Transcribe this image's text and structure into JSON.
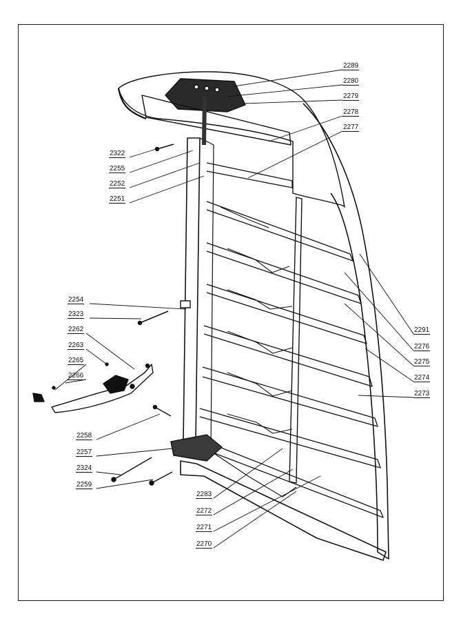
{
  "figure": {
    "callouts_right_top": [
      "2289",
      "2280",
      "2279",
      "2278",
      "2277"
    ],
    "callouts_left_top": [
      "2322",
      "2255",
      "2252",
      "2251"
    ],
    "callouts_left_mid": [
      "2254",
      "2323",
      "2262",
      "2263",
      "2265",
      "2266"
    ],
    "callouts_left_low": [
      "2258",
      "2257",
      "2324",
      "2259"
    ],
    "callouts_right_mid": [
      "2291",
      "2276",
      "2275",
      "2274",
      "2273"
    ],
    "callouts_bottom": [
      "2283",
      "2272",
      "2271",
      "2270"
    ]
  }
}
